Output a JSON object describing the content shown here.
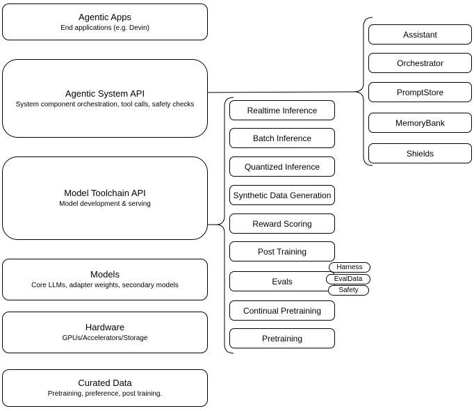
{
  "diagram": {
    "left_stack": [
      {
        "title": "Agentic Apps",
        "subtitle": "End applications (e.g. Devin)"
      },
      {
        "title": "Agentic System API",
        "subtitle": "System component orchestration, tool calls, safety checks"
      },
      {
        "title": "Model Toolchain API",
        "subtitle": "Model development & serving"
      },
      {
        "title": "Models",
        "subtitle": "Core LLMs, adapter weights, secondary models"
      },
      {
        "title": "Hardware",
        "subtitle": "GPUs/Accelerators/Storage"
      },
      {
        "title": "Curated Data",
        "subtitle": "Pretraining, preference, post training."
      }
    ],
    "toolchain": {
      "items": [
        "Realtime Inference",
        "Batch Inference",
        "Quantized Inference",
        "Synthetic Data Generation",
        "Reward Scoring",
        "Post Training",
        "Evals",
        "Continual Pretraining",
        "Pretraining"
      ],
      "evals_tags": [
        "Harness",
        "EvalData",
        "Safety"
      ]
    },
    "system_components": [
      "Assistant",
      "Orchestrator",
      "PromptStore",
      "MemoryBank",
      "Shields"
    ],
    "colors": {
      "stroke": "#000000",
      "fill": "#ffffff",
      "background": "#ffffff"
    }
  }
}
